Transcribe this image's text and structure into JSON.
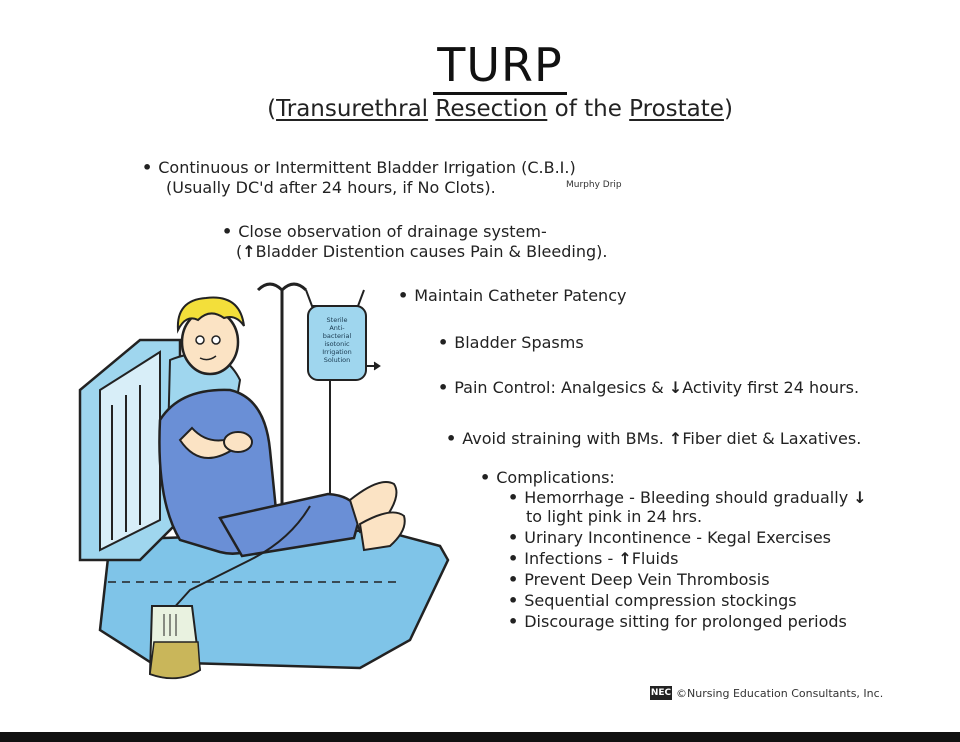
{
  "title": "TURP",
  "subtitle": {
    "open": "(",
    "w1": "Transurethral",
    "w2": "Resection",
    "w3": "of the",
    "w4": "Prostate",
    "close": ")"
  },
  "bullets": {
    "cbi_line1": "Continuous or Intermittent Bladder Irrigation (C.B.I.)",
    "cbi_line2": "(Usually DC'd after 24 hours, if No Clots).",
    "murphy": "Murphy Drip",
    "obs_line1": "Close observation of drainage system-",
    "obs_line2_pre": "(",
    "obs_line2": "Bladder Distention causes Pain & Bleeding).",
    "patency": "Maintain Catheter Patency",
    "spasms": "Bladder Spasms",
    "pain_pre": "Pain Control: Analgesics &",
    "pain_post": "Activity first 24 hours.",
    "strain_pre": "Avoid straining with BMs.",
    "strain_post": "Fiber diet & Laxatives.",
    "complications": "Complications:"
  },
  "complications": {
    "hem_line1": "Hemorrhage - Bleeding should gradually",
    "hem_line2": "to light pink in 24 hrs.",
    "urinary": "Urinary Incontinence - Kegal Exercises",
    "infections_pre": "Infections -",
    "infections_post": "Fluids",
    "dvt": "Prevent Deep Vein Thrombosis",
    "scd": "Sequential compression stockings",
    "sitting": "Discourage sitting for prolonged periods"
  },
  "bag_label": [
    "Sterile",
    "Anti-",
    "bacterial",
    "isotonic",
    "Irrigation",
    "Solution"
  ],
  "footer": {
    "logo": "NEC",
    "copyright": "©Nursing Education Consultants, Inc."
  },
  "colors": {
    "bed_blue": "#7fc4e8",
    "gown_blue": "#6a8fd6",
    "hair_yellow": "#f3df3a",
    "skin": "#fbe3c4",
    "bag_fill": "#9fd6ee"
  }
}
